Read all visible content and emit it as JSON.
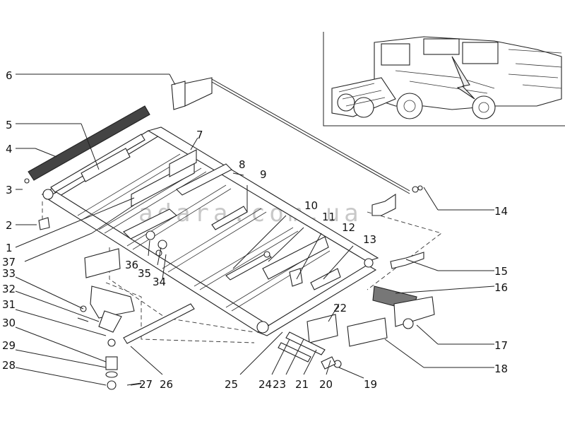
{
  "watermark": "adara.com.ua",
  "callouts": [
    {
      "id": "6",
      "text": "6"
    },
    {
      "id": "5",
      "text": "5"
    },
    {
      "id": "4",
      "text": "4"
    },
    {
      "id": "3",
      "text": "3"
    },
    {
      "id": "2",
      "text": "2"
    },
    {
      "id": "1",
      "text": "1"
    },
    {
      "id": "37",
      "text": "37"
    },
    {
      "id": "33",
      "text": "33"
    },
    {
      "id": "32",
      "text": "32"
    },
    {
      "id": "31",
      "text": "31"
    },
    {
      "id": "30",
      "text": "30"
    },
    {
      "id": "29",
      "text": "29"
    },
    {
      "id": "28",
      "text": "28"
    },
    {
      "id": "27",
      "text": "27"
    },
    {
      "id": "26",
      "text": "26"
    },
    {
      "id": "25",
      "text": "25"
    },
    {
      "id": "24",
      "text": "24"
    },
    {
      "id": "23",
      "text": "23"
    },
    {
      "id": "21",
      "text": "21"
    },
    {
      "id": "20",
      "text": "20"
    },
    {
      "id": "19",
      "text": "19"
    },
    {
      "id": "18",
      "text": "18"
    },
    {
      "id": "17",
      "text": "17"
    },
    {
      "id": "16",
      "text": "16"
    },
    {
      "id": "15",
      "text": "15"
    },
    {
      "id": "14",
      "text": "14"
    },
    {
      "id": "13",
      "text": "13"
    },
    {
      "id": "12",
      "text": "12"
    },
    {
      "id": "11",
      "text": "11"
    },
    {
      "id": "10",
      "text": "10"
    },
    {
      "id": "9",
      "text": "9"
    },
    {
      "id": "8",
      "text": "8"
    },
    {
      "id": "7",
      "text": "7"
    },
    {
      "id": "36",
      "text": "36"
    },
    {
      "id": "35",
      "text": "35"
    },
    {
      "id": "34",
      "text": "34"
    },
    {
      "id": "22",
      "text": "22"
    }
  ]
}
